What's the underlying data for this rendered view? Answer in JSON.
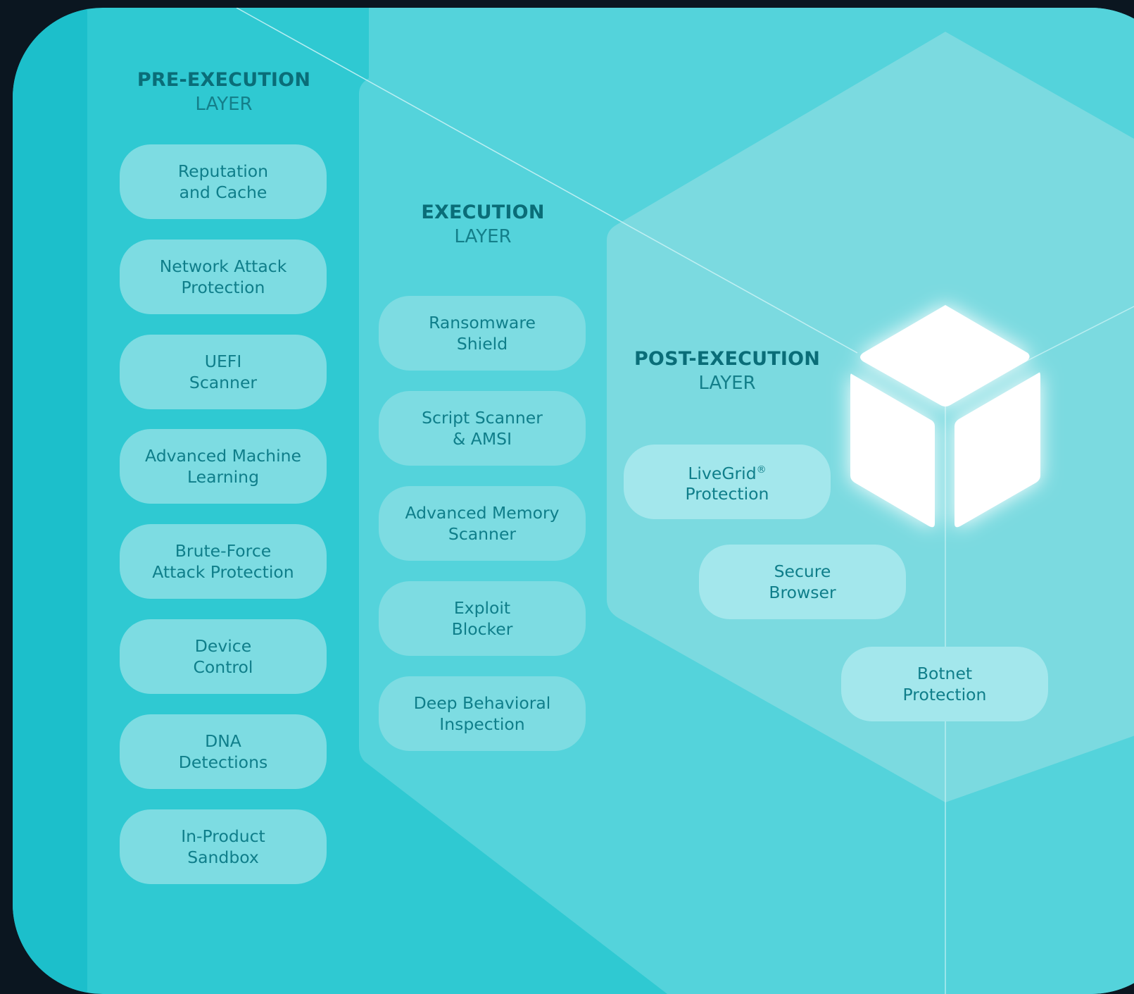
{
  "layers": [
    {
      "title_bold": "PRE-EXECUTION",
      "title_light": "LAYER",
      "items": [
        "Reputation\nand Cache",
        "Network Attack\nProtection",
        "UEFI\nScanner",
        "Advanced Machine\nLearning",
        "Brute-Force\nAttack Protection",
        "Device\nControl",
        "DNA\nDetections",
        "In-Product\nSandbox"
      ]
    },
    {
      "title_bold": "EXECUTION",
      "title_light": "LAYER",
      "items": [
        "Ransomware\nShield",
        "Script Scanner\n& AMSI",
        "Advanced Memory\nScanner",
        "Exploit\nBlocker",
        "Deep Behavioral\nInspection"
      ]
    },
    {
      "title_bold": "POST-EXECUTION",
      "title_light": "LAYER",
      "items": [
        "LiveGrid",
        "Secure\nBrowser",
        "Botnet\nProtection"
      ],
      "livegrid_mark": "®",
      "livegrid_line2": "Protection"
    }
  ],
  "colors": {
    "background": "#0b1620",
    "card": "#2fc9d2",
    "panel": "#5ad6dd",
    "pill": "#7ddce2",
    "text": "#0f7e8a",
    "heading": "#0a6d78",
    "cube": "#ffffff"
  },
  "icons": {
    "cube": "cube-icon"
  }
}
